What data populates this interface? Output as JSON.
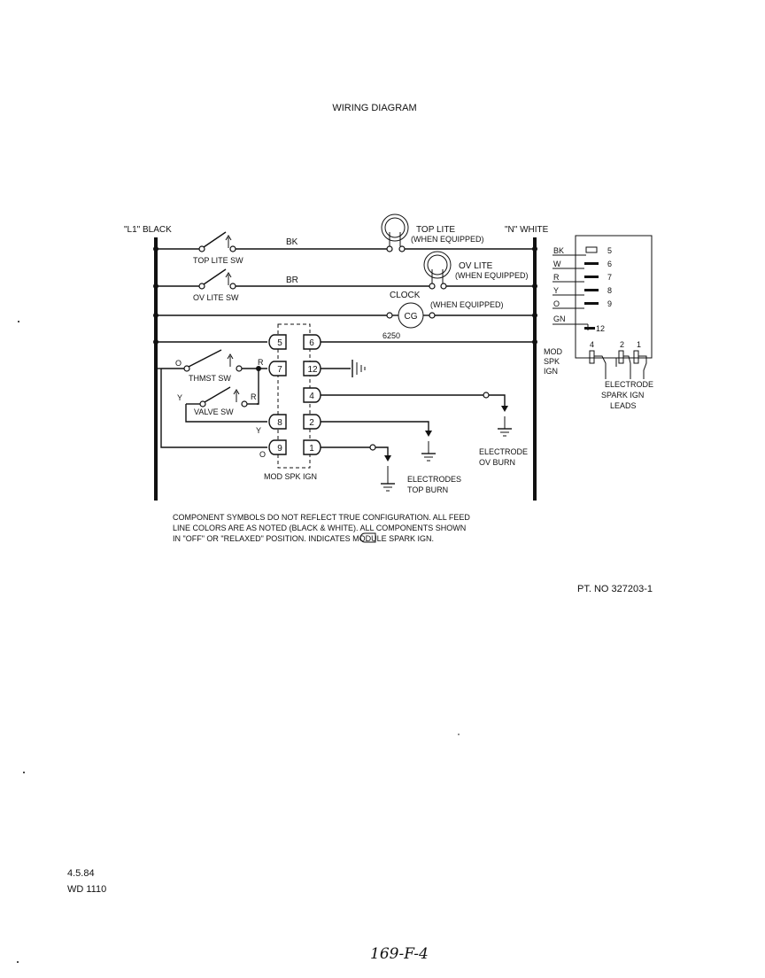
{
  "title": "WIRING DIAGRAM",
  "labels": {
    "l1_black": "\"L1\" BLACK",
    "n_white": "\"N\" WHITE",
    "bk": "BK",
    "br": "BR",
    "top_lite_sw": "TOP LITE SW",
    "ov_lite_sw": "OV LITE SW",
    "top_lite": "TOP LITE",
    "when_equipped_1": "(WHEN EQUIPPED)",
    "ov_lite": "OV LITE",
    "when_equipped_2": "(WHEN EQUIPPED)",
    "clock": "CLOCK",
    "clock_symbol": "CG",
    "when_equipped_3": "(WHEN EQUIPPED)",
    "label_6250": "6250",
    "thmst_sw": "THMST SW",
    "valve_sw": "VALVE SW",
    "o_1": "O",
    "r_1": "R",
    "y_1": "Y",
    "r_2": "R",
    "y_2": "Y",
    "o_2": "O",
    "mod_spk_ign_bottom": "MOD SPK IGN",
    "mod_spk_ign_right": [
      "MOD",
      "SPK",
      "IGN"
    ],
    "electrode_ov_burn": [
      "ELECTRODE",
      "OV BURN"
    ],
    "electrodes_top_burn": [
      "ELECTRODES",
      "TOP BURN"
    ],
    "electrode_spark_ign_leads": [
      "ELECTRODE",
      "SPARK IGN",
      "LEADS"
    ]
  },
  "terminals_left": [
    "5",
    "7",
    "8",
    "9"
  ],
  "terminals_right": [
    "6",
    "12",
    "4",
    "2",
    "1"
  ],
  "connector_colors": [
    "BK",
    "W",
    "R",
    "Y",
    "O",
    "GN"
  ],
  "connector_pins": [
    "5",
    "6",
    "7",
    "8",
    "9",
    "12"
  ],
  "connector_leads": [
    "4",
    "2",
    "1"
  ],
  "notes": [
    "COMPONENT SYMBOLS DO NOT REFLECT TRUE CONFIGURATION.  ALL FEED",
    "LINE COLORS ARE AS NOTED (BLACK & WHITE).  ALL COMPONENTS SHOWN",
    "IN \"OFF\" OR \"RELAXED\" POSITION.      INDICATES MODULE SPARK IGN."
  ],
  "part_number": "PT. NO 327203-1",
  "date": "4.5.84",
  "wd": "WD 1110",
  "handwritten": "169-F-4"
}
